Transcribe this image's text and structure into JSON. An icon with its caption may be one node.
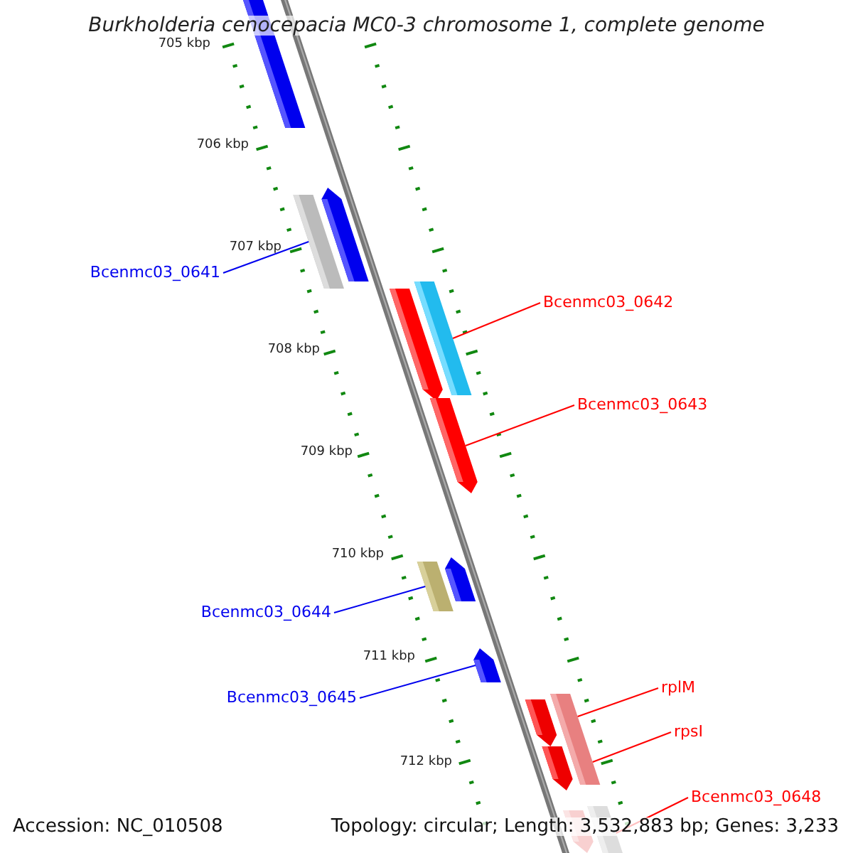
{
  "diagram": {
    "title": "Burkholderia cenocepacia MC0-3 chromosome 1, complete genome",
    "nodes": [
      {
        "text": [
          "Bcenmc03_0641"
        ]
      },
      {
        "text": [],
        "shape": "bar"
      },
      {
        "text": [
          "Bcenmc03_0642"
        ]
      },
      {
        "text": [],
        "shape": "bar"
      },
      {
        "text": [
          "Bcenmc03_0643"
        ]
      },
      {
        "text": [],
        "shape": "bar"
      },
      {
        "text": [
          "Bcenmc03_0644"
        ]
      },
      {
        "text": [],
        "shape": "bar"
      },
      {
        "text": [
          "Bcenmc03_0645"
        ]
      },
      {
        "text": [],
        "shape": "bar"
      },
      {
        "text": [
          "rplM"
        ]
      },
      {
        "text": [],
        "shape": "bar"
      },
      {
        "text": [
          "rpsI"
        ]
      },
      {
        "text": [],
        "shape": "bar"
      },
      {
        "text": [
          "Bcenmc03_0648"
        ]
      },
      {
        "text": [],
        "shape": "bar"
      }
    ],
    "edges": [
      {
        "from": 0,
        "to": 1,
        "arrow": "none",
        "color": "#0000ee"
      },
      {
        "from": 2,
        "to": 3,
        "arrow": "none"
      },
      {
        "from": 4,
        "to": 5,
        "arrow": "none"
      },
      {
        "from": 6,
        "to": 7,
        "arrow": "none",
        "color": "#0000ee"
      },
      {
        "from": 8,
        "to": 9,
        "arrow": "none",
        "color": "#0000ee"
      },
      {
        "from": 10,
        "to": 11,
        "arrow": "none"
      },
      {
        "from": 12,
        "to": 13,
        "arrow": "none"
      },
      {
        "from": 14,
        "to": 15,
        "arrow": "none"
      }
    ],
    "labels": [
      "705 kbp",
      "706 kbp",
      "707 kbp",
      "708 kbp",
      "709 kbp",
      "710 kbp",
      "711 kbp",
      "712 kbp",
      "Accession: NC_010508",
      "Topology: circular; Length: 3,532,883 bp; Genes: 3,233"
    ]
  }
}
